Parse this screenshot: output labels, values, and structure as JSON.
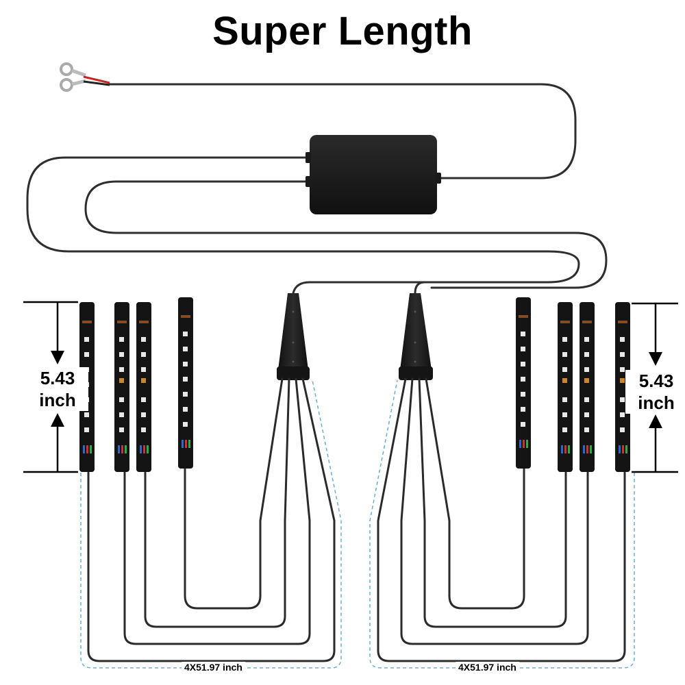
{
  "title": "Super Length",
  "strip_height_label": {
    "value": "5.43",
    "unit": "inch"
  },
  "cable_length_label": "4X51.97 inch",
  "colors": {
    "cable": "#2e2e2e",
    "box": "#1c1c1c",
    "strip": "#141414",
    "dashed": "#6aaed0",
    "red_wire": "#cc2222"
  }
}
